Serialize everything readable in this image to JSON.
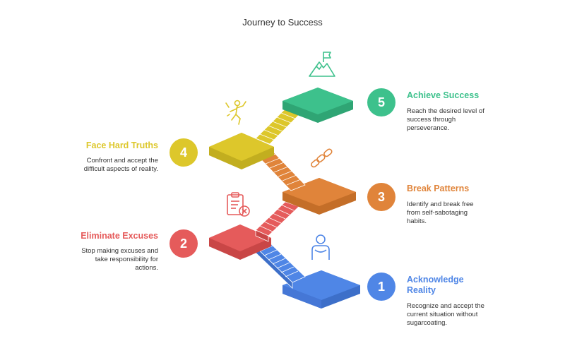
{
  "title": "Journey to Success",
  "colors": {
    "acknowledge": "#4f86e6",
    "eliminate": "#e55b5b",
    "break": "#e0843a",
    "face": "#ddc72b",
    "achieve": "#3dc18c"
  },
  "steps": [
    {
      "number": "1",
      "title_line1": "Acknowledge",
      "title_line2": "Reality",
      "desc_line1": "Recognize and accept the",
      "desc_line2": "current situation without",
      "desc_line3": "sugarcoating.",
      "icon": "person-icon"
    },
    {
      "number": "2",
      "title": "Eliminate Excuses",
      "desc_line1": "Stop making excuses and",
      "desc_line2": "take responsibility for",
      "desc_line3": "actions.",
      "icon": "clipboard-x-icon"
    },
    {
      "number": "3",
      "title": "Break Patterns",
      "desc_line1": "Identify and break free",
      "desc_line2": "from self-sabotaging",
      "desc_line3": "habits.",
      "icon": "broken-chain-icon"
    },
    {
      "number": "4",
      "title": "Face Hard Truths",
      "desc_line1": "Confront and accept the",
      "desc_line2": "difficult aspects of reality.",
      "icon": "climber-icon"
    },
    {
      "number": "5",
      "title": "Achieve Success",
      "desc_line1": "Reach the desired level of",
      "desc_line2": "success through",
      "desc_line3": "perseverance.",
      "icon": "mountain-flag-icon"
    }
  ]
}
